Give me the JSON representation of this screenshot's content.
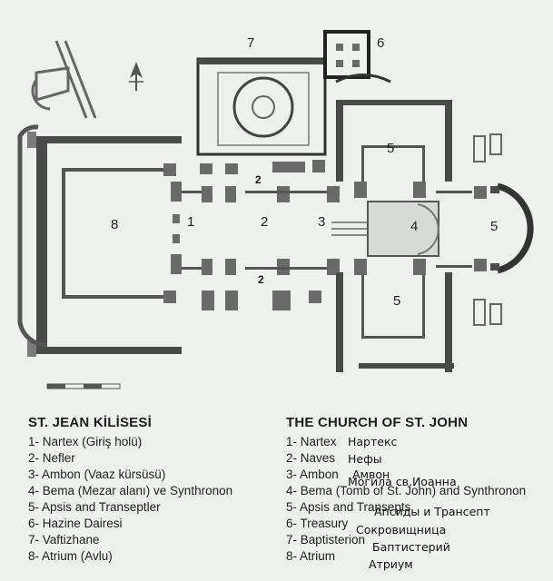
{
  "plan": {
    "labels": {
      "nartex": "1",
      "nave": "2",
      "ambon": "3",
      "bema": "4",
      "apse": "5",
      "transept_n": "5",
      "transept_s": "5",
      "treasury": "6",
      "baptisterion": "7",
      "atrium": "8",
      "nave_marker_n": "2",
      "nave_marker_s": "2"
    }
  },
  "legend_tr": {
    "title": "ST. JEAN KİLİSESİ",
    "items": [
      "1- Nartex (Giriş holü)",
      "2- Nefler",
      "3- Ambon (Vaaz kürsüsü)",
      "4- Bema (Mezar alanı) ve Synthronon",
      "5- Apsis and Transeptler",
      "6- Hazine Dairesi",
      "7- Vaftizhane",
      "8- Atrium (Avlu)"
    ]
  },
  "legend_en": {
    "title": "THE CHURCH OF ST. JOHN",
    "items": [
      "1- Nartex",
      "2- Naves",
      "3- Ambon",
      "4- Bema (Tomb of St. John) and Synthronon",
      "5- Apsis and Transepts",
      "6- Treasury",
      "7- Baptisterion",
      "8- Atrium"
    ]
  },
  "annotations_ru": {
    "nartex": "Нартекс",
    "naves": "Нефы",
    "ambon": "Амвон",
    "tomb": "Могила св.Иоанна",
    "apse": "Апсиды и Трансепт",
    "treasury": "Сокровищница",
    "baptisterion": "Баптистерий",
    "atrium": "Атриум"
  }
}
